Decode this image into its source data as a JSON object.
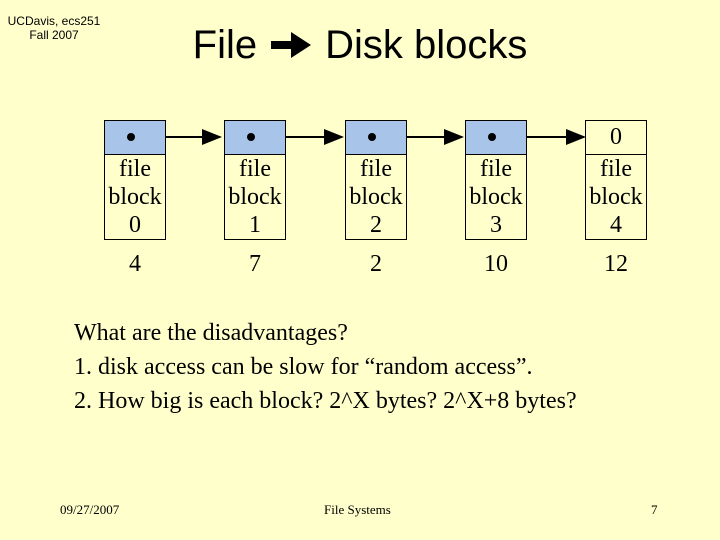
{
  "corner": {
    "line1": "UCDavis, ecs251",
    "line2": "Fall 2007"
  },
  "title": {
    "left": "File",
    "right": "Disk blocks",
    "arrow_icon": "right-arrow-icon"
  },
  "blocks": [
    {
      "line1": "file",
      "line2": "block",
      "line3": "0",
      "index": "4",
      "pointer": ""
    },
    {
      "line1": "file",
      "line2": "block",
      "line3": "1",
      "index": "7",
      "pointer": ""
    },
    {
      "line1": "file",
      "line2": "block",
      "line3": "2",
      "index": "2",
      "pointer": ""
    },
    {
      "line1": "file",
      "line2": "block",
      "line3": "3",
      "index": "10",
      "pointer": ""
    },
    {
      "line1": "file",
      "line2": "block",
      "line3": "4",
      "index": "12",
      "pointer": "0"
    }
  ],
  "body": {
    "line1": "What are the disadvantages?",
    "line2": "1.  disk access can be slow for “random access”.",
    "line3": "2.  How big is each block? 2^X bytes? 2^X+8 bytes?"
  },
  "footer": {
    "date": "09/27/2007",
    "center": "File Systems",
    "page": "7"
  },
  "colors": {
    "background": "#ffffcc",
    "pointer_fill": "#a8c4e8"
  }
}
